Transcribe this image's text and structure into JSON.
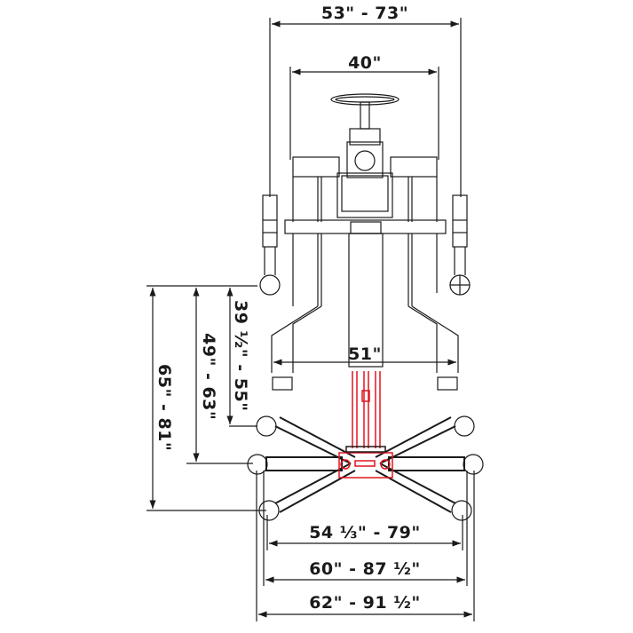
{
  "diagram": {
    "title": "Transmission jack dimension drawing",
    "colors": {
      "line": "#1a1a1a",
      "highlight": "#e0141e",
      "background": "#ffffff"
    },
    "dimensions": {
      "overall_handle_width": "53\" - 73\"",
      "frame_width": "40\"",
      "rear_caster_spread": "51\"",
      "leg_reach_1": "39 ½\" - 55\"",
      "leg_reach_2": "49\" - 63\"",
      "leg_reach_3": "65\" - 81\"",
      "front_width_1": "54 ⅓\" - 79\"",
      "front_width_2": "60\" - 87 ½\"",
      "front_width_3": "62\" - 91 ½\""
    }
  }
}
